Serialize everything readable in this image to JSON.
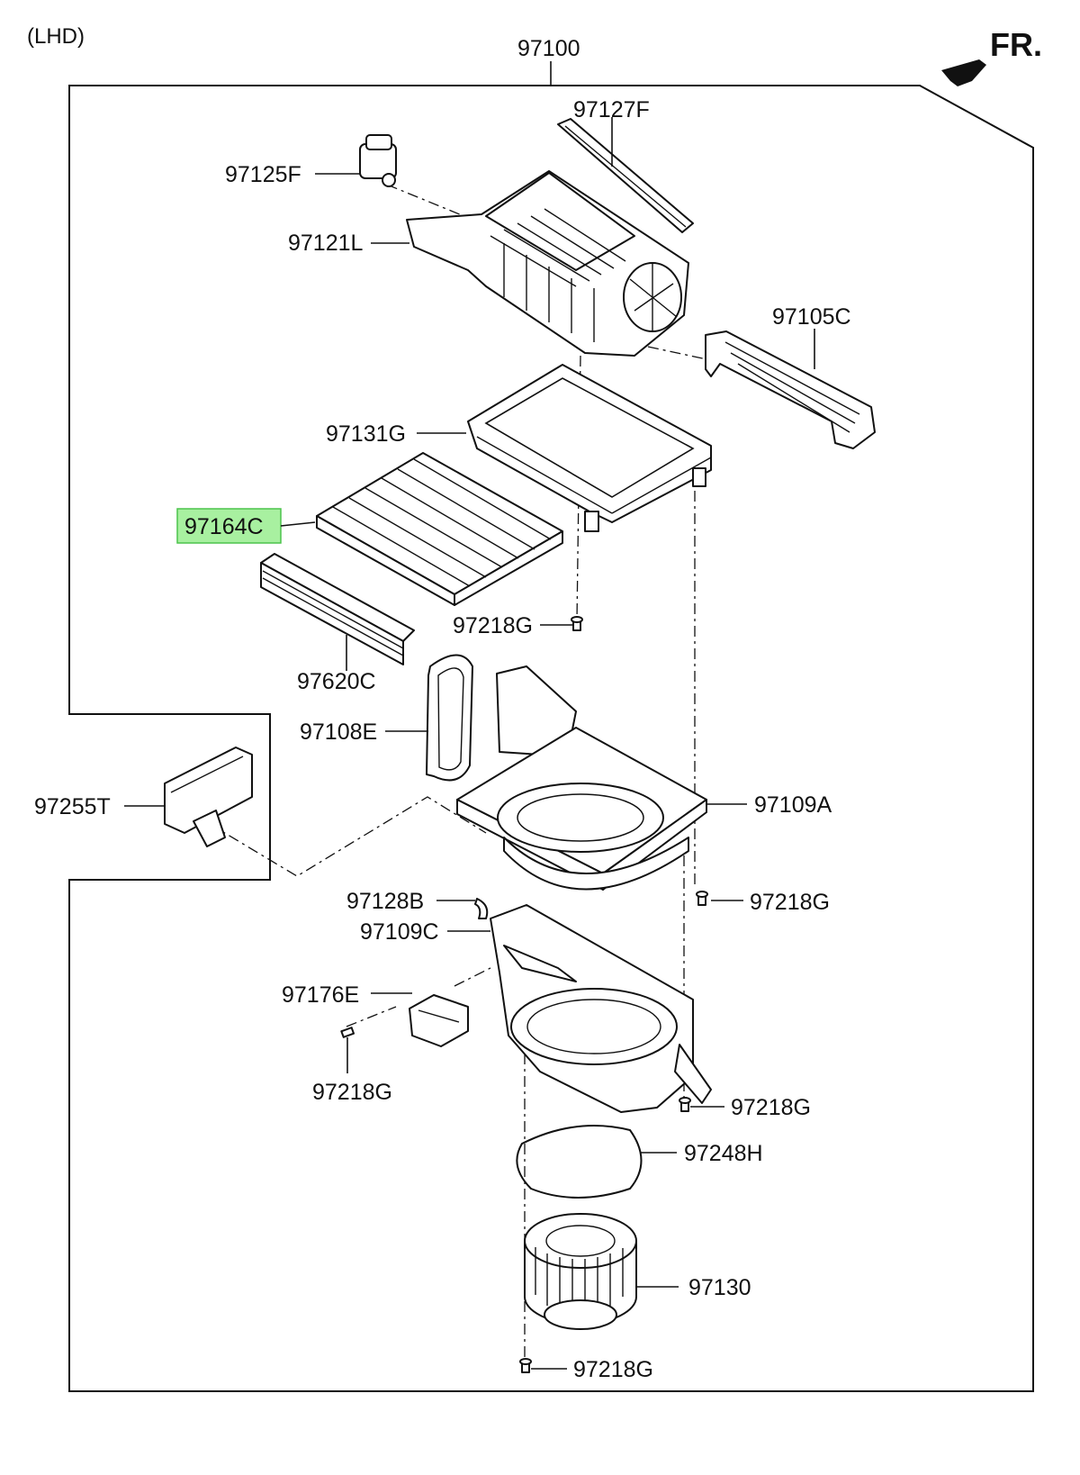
{
  "header": {
    "variant": "(LHD)",
    "direction": "FR."
  },
  "assembly": {
    "number": "97100"
  },
  "highlight_color": "#a8f0a0",
  "highlight_border": "#4cc44c",
  "parts": {
    "p97127F": "97127F",
    "p97125F": "97125F",
    "p97121L": "97121L",
    "p97105C": "97105C",
    "p97131G": "97131G",
    "p97164C": "97164C",
    "p97218G_a": "97218G",
    "p97620C": "97620C",
    "p97108E": "97108E",
    "p97255T": "97255T",
    "p97109A": "97109A",
    "p97218G_b": "97218G",
    "p97128B": "97128B",
    "p97109C": "97109C",
    "p97176E": "97176E",
    "p97218G_c": "97218G",
    "p97218G_d": "97218G",
    "p97248H": "97248H",
    "p97130": "97130",
    "p97218G_e": "97218G"
  }
}
